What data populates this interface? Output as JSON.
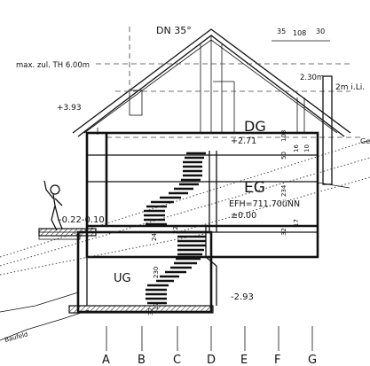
{
  "roof": {
    "pitch": "DN 35°"
  },
  "notes": {
    "max_height": "max. zul. TH 6.00m",
    "clear_width": "2m i.Li.",
    "width_230": "2.30m",
    "partial_label": "Ge"
  },
  "dimensions_top": [
    "35",
    "108",
    "30"
  ],
  "floors": {
    "dg": {
      "name": "DG",
      "level": "+2.71"
    },
    "eg": {
      "name": "EG",
      "efh": "EFH=711.70üNN",
      "level": "±0.00"
    },
    "ug": {
      "name": "UG",
      "level": "-2.93"
    }
  },
  "levels": {
    "eaves": "+3.93",
    "terrace": "-0.22-0.10"
  },
  "dims_vertical": {
    "dg_stair": "10",
    "dg_a": "50",
    "dg_b": "16",
    "eg_height": "234",
    "eg_a": "17",
    "eg_b": "32",
    "stair_a": "24",
    "stair_b": "22",
    "ug_height": "230",
    "ug_a": "17",
    "ug_b": "32",
    "dg_height": "108"
  },
  "terrain": {
    "label": "Baufeld"
  },
  "grid_axes": [
    "A",
    "B",
    "C",
    "D",
    "E",
    "F",
    "G"
  ]
}
